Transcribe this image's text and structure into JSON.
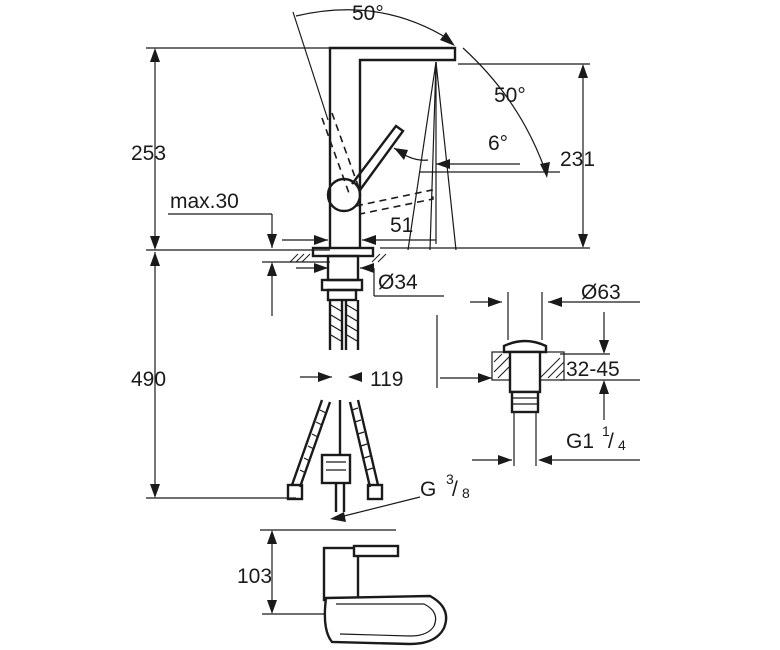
{
  "labels": {
    "angle_swivel": "50°",
    "angle_lever": "50°",
    "angle_tilt": "6°",
    "height_total": "253",
    "spout_height": "231",
    "deck_thickness": "max.30",
    "reach": "51",
    "base_diameter": "Ø34",
    "hose_length": "490",
    "hole_spacing": "119",
    "hose_connection_main": "G",
    "hose_connection_num": "3",
    "hose_connection_den": "8",
    "waste_diameter": "Ø63",
    "basin_thickness": "32-45",
    "waste_thread_main": "G1",
    "waste_thread_num": "1",
    "waste_thread_den": "4",
    "plan_height": "103"
  }
}
